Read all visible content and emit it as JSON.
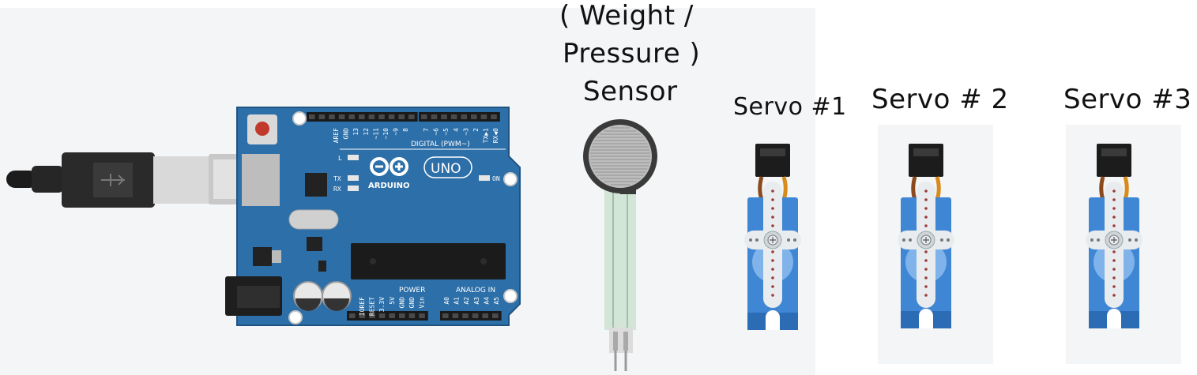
{
  "labels": {
    "sensor_line1": "( Weight /",
    "sensor_line2": "Pressure )",
    "sensor_line3": "Sensor",
    "servo1": "Servo #1",
    "servo2": "Servo # 2",
    "servo3": "Servo #3"
  },
  "arduino": {
    "brand": "ARDUINO",
    "model": "UNO",
    "digital_label": "DIGITAL (PWM~)",
    "power_label": "POWER",
    "analog_label": "ANALOG IN",
    "on_label": "ON",
    "l_label": "L",
    "tx_label": "TX",
    "rx_label": "RX",
    "digital_pins": [
      "AREF",
      "GND",
      "13",
      "12",
      "~11",
      "~10",
      "~9",
      "8",
      "7",
      "~6",
      "~5",
      "4",
      "~3",
      "2",
      "TX▶1",
      "RX◀0"
    ],
    "power_pins": [
      "IOREF",
      "RESET",
      "3.3V",
      "5V",
      "GND",
      "GND",
      "Vin"
    ],
    "analog_pins": [
      "A0",
      "A1",
      "A2",
      "A3",
      "A4",
      "A5"
    ]
  },
  "colors": {
    "board": "#2d6fa8",
    "board_edge": "#1f5482",
    "servo_body": "#3f86d4",
    "servo_dark": "#2b6cb5",
    "header": "#1a1a1a",
    "panel": "#f4f5f6"
  }
}
